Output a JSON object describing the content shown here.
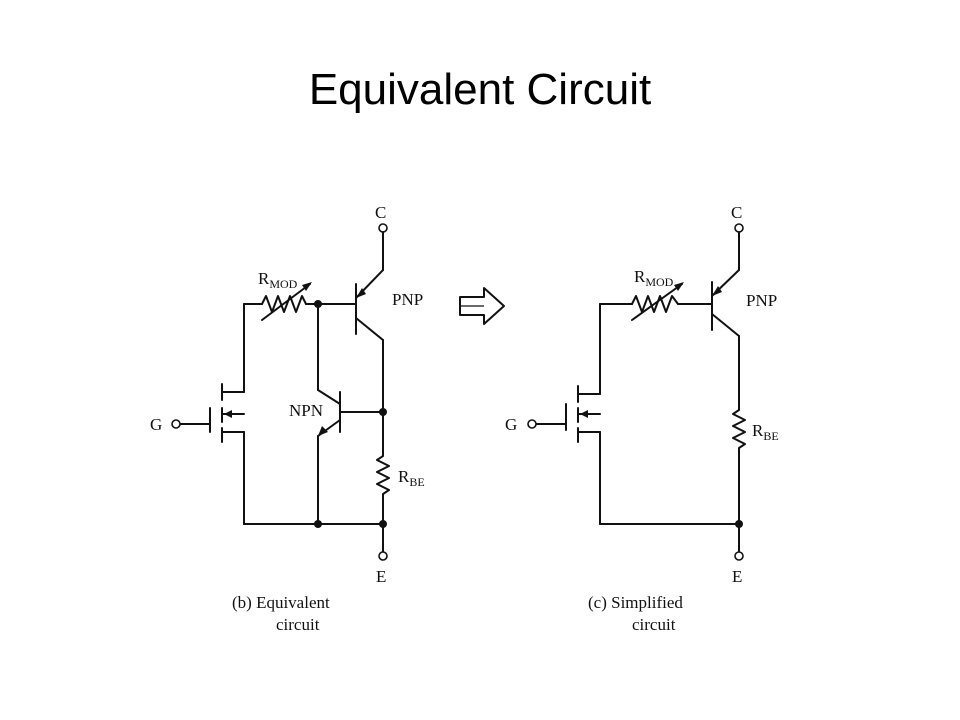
{
  "slide": {
    "title": "Equivalent Circuit"
  },
  "left_circuit": {
    "collector": "C",
    "emitter": "E",
    "gate": "G",
    "rmod": "R",
    "rmod_sub": "MOD",
    "pnp": "PNP",
    "npn": "NPN",
    "rbe": "R",
    "rbe_sub": "BE",
    "caption_line1": "(b) Equivalent",
    "caption_line2": "circuit"
  },
  "right_circuit": {
    "collector": "C",
    "emitter": "E",
    "gate": "G",
    "rmod": "R",
    "rmod_sub": "MOD",
    "pnp": "PNP",
    "rbe": "R",
    "rbe_sub": "BE",
    "caption_line1": "(c) Simplified",
    "caption_line2": "circuit"
  },
  "icons": {
    "arrow": "hollow-right-arrow-icon"
  }
}
